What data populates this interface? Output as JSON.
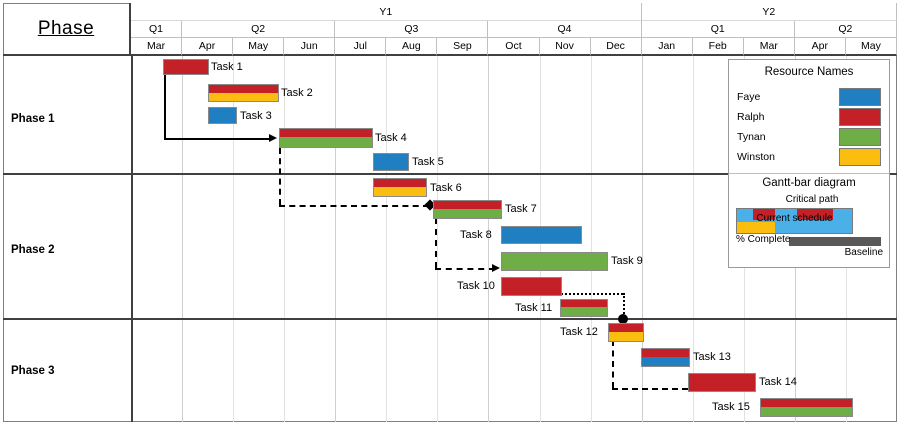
{
  "header": {
    "phase_label": "Phase",
    "years": [
      {
        "label": "Y1",
        "months": 10
      },
      {
        "label": "Y2",
        "months": 5
      }
    ],
    "quarters": [
      {
        "label": "Q1",
        "months": 1
      },
      {
        "label": "Q2",
        "months": 3
      },
      {
        "label": "Q3",
        "months": 3
      },
      {
        "label": "Q4",
        "months": 3
      },
      {
        "label": "Q1",
        "months": 3
      },
      {
        "label": "Q2",
        "months": 2
      }
    ],
    "months": [
      "Mar",
      "Apr",
      "May",
      "Jun",
      "Jul",
      "Aug",
      "Sep",
      "Oct",
      "Nov",
      "Dec",
      "Jan",
      "Feb",
      "Mar",
      "Apr",
      "May"
    ]
  },
  "phases": [
    {
      "label": "Phase 1"
    },
    {
      "label": "Phase 2"
    },
    {
      "label": "Phase 3"
    }
  ],
  "tasks": [
    {
      "label": "Task 1",
      "label_side": "right"
    },
    {
      "label": "Task 2",
      "label_side": "right"
    },
    {
      "label": "Task 3",
      "label_side": "right"
    },
    {
      "label": "Task 4",
      "label_side": "right"
    },
    {
      "label": "Task 5",
      "label_side": "right"
    },
    {
      "label": "Task 6",
      "label_side": "right"
    },
    {
      "label": "Task 7",
      "label_side": "right"
    },
    {
      "label": "Task 8",
      "label_side": "left"
    },
    {
      "label": "Task 9",
      "label_side": "right"
    },
    {
      "label": "Task 10",
      "label_side": "left"
    },
    {
      "label": "Task 11",
      "label_side": "left"
    },
    {
      "label": "Task 12",
      "label_side": "left"
    },
    {
      "label": "Task 13",
      "label_side": "right"
    },
    {
      "label": "Task 14",
      "label_side": "right"
    },
    {
      "label": "Task 15",
      "label_side": "left"
    }
  ],
  "legend": {
    "title": "Resource Names",
    "resources": [
      {
        "name": "Faye",
        "color": "#1F7FC0"
      },
      {
        "name": "Ralph",
        "color": "#C32028"
      },
      {
        "name": "Tynan",
        "color": "#6FAE46"
      },
      {
        "name": "Winston",
        "color": "#FBBE10"
      }
    ],
    "sub_title": "Gantt-bar diagram",
    "critical_path": "Critical path",
    "current_schedule": "Current schedule",
    "percent_complete": "% Complete",
    "baseline": "Baseline"
  },
  "colors": {
    "blue": "#1F7FC0",
    "red": "#C32028",
    "green": "#6FAE46",
    "yellow": "#FBBE10",
    "grid": "#bfbfbf",
    "rule": "#404040",
    "baseline_gray": "#595959",
    "schedule_blue": "#4BAFE8"
  },
  "chart_data": {
    "type": "bar",
    "title": "Project Gantt chart",
    "xlabel": "",
    "ylabel": "",
    "timeline": {
      "unit": "month",
      "categories": [
        "Mar",
        "Apr",
        "May",
        "Jun",
        "Jul",
        "Aug",
        "Sep",
        "Oct",
        "Nov",
        "Dec",
        "Jan",
        "Feb",
        "Mar",
        "Apr",
        "May"
      ],
      "years": [
        "Y1",
        "Y1",
        "Y1",
        "Y1",
        "Y1",
        "Y1",
        "Y1",
        "Y1",
        "Y1",
        "Y1",
        "Y2",
        "Y2",
        "Y2",
        "Y2",
        "Y2"
      ],
      "quarters": [
        "Q1",
        "Q2",
        "Q2",
        "Q2",
        "Q3",
        "Q3",
        "Q3",
        "Q4",
        "Q4",
        "Q4",
        "Q1",
        "Q1",
        "Q1",
        "Q2",
        "Q2"
      ]
    },
    "categories": [
      "Task 1",
      "Task 2",
      "Task 3",
      "Task 4",
      "Task 5",
      "Task 6",
      "Task 7",
      "Task 8",
      "Task 9",
      "Task 10",
      "Task 11",
      "Task 12",
      "Task 13",
      "Task 14",
      "Task 15"
    ],
    "series": [
      {
        "name": "start_month_index",
        "values": [
          0.55,
          1.45,
          1.45,
          2.85,
          4.7,
          4.7,
          5.9,
          7.2,
          7.2,
          7.2,
          8.4,
          9.3,
          9.95,
          10.9,
          12.3
        ]
      },
      {
        "name": "duration_months",
        "values": [
          0.9,
          1.4,
          0.55,
          1.85,
          0.7,
          1.05,
          1.35,
          1.55,
          2.1,
          1.2,
          0.9,
          0.7,
          0.95,
          1.3,
          1.8
        ]
      }
    ],
    "bars": [
      {
        "task": "Task 1",
        "phase": "Phase 1",
        "segments": [
          "red"
        ],
        "resources": [
          "Ralph"
        ]
      },
      {
        "task": "Task 2",
        "phase": "Phase 1",
        "segments": [
          "red",
          "yellow"
        ],
        "resources": [
          "Ralph",
          "Winston"
        ]
      },
      {
        "task": "Task 3",
        "phase": "Phase 1",
        "segments": [
          "blue"
        ],
        "resources": [
          "Faye"
        ]
      },
      {
        "task": "Task 4",
        "phase": "Phase 1",
        "segments": [
          "red",
          "green"
        ],
        "resources": [
          "Ralph",
          "Tynan"
        ]
      },
      {
        "task": "Task 5",
        "phase": "Phase 1",
        "segments": [
          "blue"
        ],
        "resources": [
          "Faye"
        ]
      },
      {
        "task": "Task 6",
        "phase": "Phase 2",
        "segments": [
          "red",
          "yellow"
        ],
        "resources": [
          "Ralph",
          "Winston"
        ]
      },
      {
        "task": "Task 7",
        "phase": "Phase 2",
        "segments": [
          "red",
          "green"
        ],
        "resources": [
          "Ralph",
          "Tynan"
        ]
      },
      {
        "task": "Task 8",
        "phase": "Phase 2",
        "segments": [
          "blue"
        ],
        "resources": [
          "Faye"
        ]
      },
      {
        "task": "Task 9",
        "phase": "Phase 2",
        "segments": [
          "green"
        ],
        "resources": [
          "Tynan"
        ]
      },
      {
        "task": "Task 10",
        "phase": "Phase 2",
        "segments": [
          "red"
        ],
        "resources": [
          "Ralph"
        ]
      },
      {
        "task": "Task 11",
        "phase": "Phase 2",
        "segments": [
          "red",
          "green"
        ],
        "resources": [
          "Ralph",
          "Tynan"
        ]
      },
      {
        "task": "Task 12",
        "phase": "Phase 3",
        "segments": [
          "red",
          "yellow"
        ],
        "resources": [
          "Ralph",
          "Winston"
        ]
      },
      {
        "task": "Task 13",
        "phase": "Phase 3",
        "segments": [
          "red",
          "blue"
        ],
        "resources": [
          "Ralph",
          "Faye"
        ]
      },
      {
        "task": "Task 14",
        "phase": "Phase 3",
        "segments": [
          "red"
        ],
        "resources": [
          "Ralph"
        ]
      },
      {
        "task": "Task 15",
        "phase": "Phase 3",
        "segments": [
          "red",
          "green"
        ],
        "resources": [
          "Ralph",
          "Tynan"
        ]
      }
    ],
    "dependencies": [
      {
        "from": "Task 1",
        "to": "Task 4",
        "style": "solid"
      },
      {
        "from": "Task 4",
        "to": "Task 7",
        "style": "dash-dot"
      },
      {
        "from": "Task 7",
        "to": "Task 9",
        "style": "dashed"
      },
      {
        "from": "Task 10",
        "to": "Task 12",
        "style": "dotted",
        "milestone": true
      },
      {
        "from": "Task 12",
        "to": "Task 14",
        "style": "dash-dot"
      }
    ],
    "legend": {
      "position": "top-right",
      "entries": [
        "Faye",
        "Ralph",
        "Tynan",
        "Winston"
      ]
    },
    "grid": true
  }
}
